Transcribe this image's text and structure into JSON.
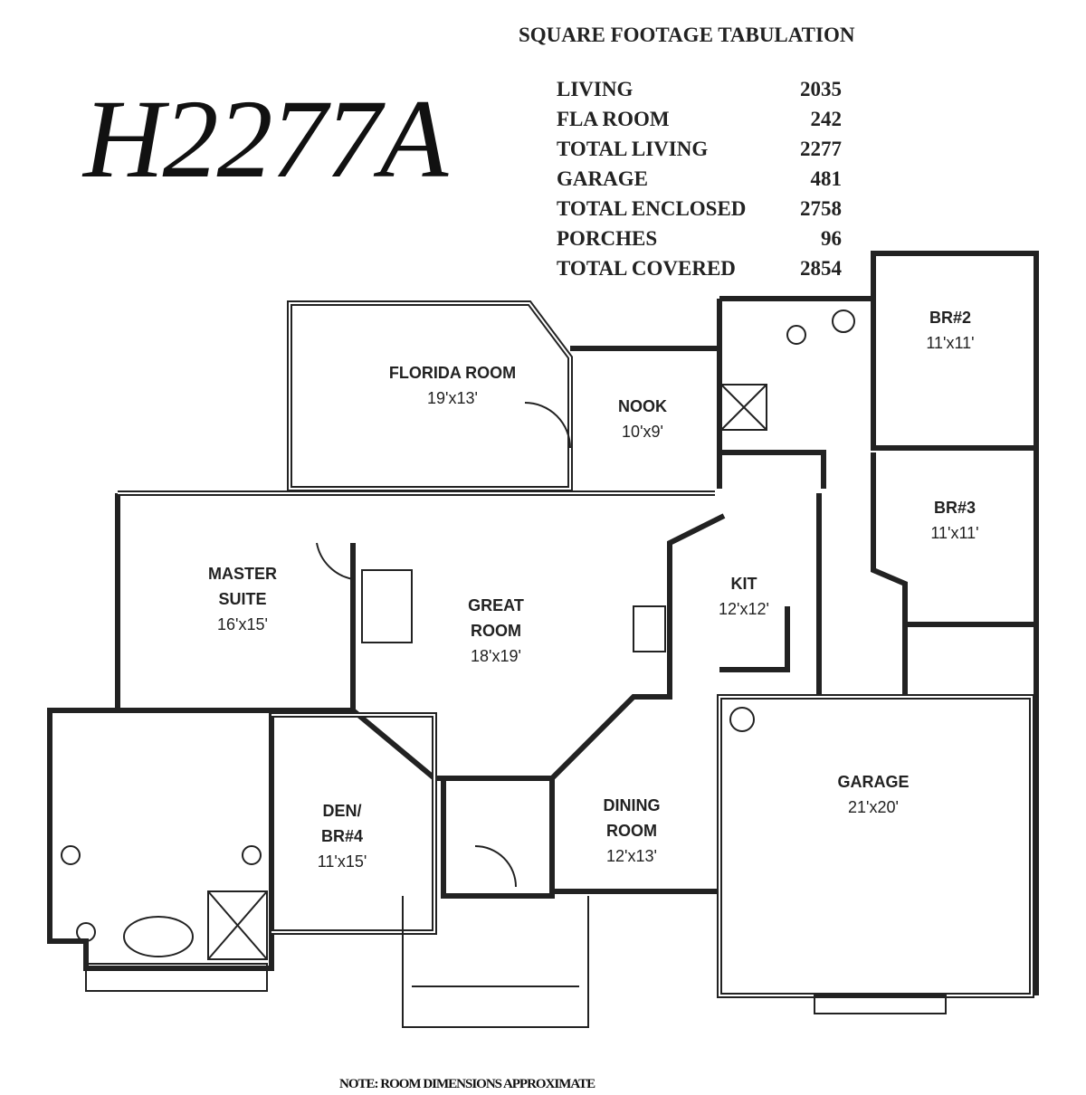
{
  "plan_id": "H2277A",
  "tabulation": {
    "title": "SQUARE FOOTAGE TABULATION",
    "rows": [
      {
        "label": "LIVING",
        "value": "2035"
      },
      {
        "label": "FLA ROOM",
        "value": "242"
      },
      {
        "label": "TOTAL LIVING",
        "value": "2277"
      },
      {
        "label": "GARAGE",
        "value": "481"
      },
      {
        "label": "TOTAL ENCLOSED",
        "value": "2758"
      },
      {
        "label": "PORCHES",
        "value": "96"
      },
      {
        "label": "TOTAL COVERED",
        "value": "2854"
      }
    ]
  },
  "rooms": {
    "florida": {
      "name": "FLORIDA ROOM",
      "dim": "19'x13'"
    },
    "nook": {
      "name": "NOOK",
      "dim": "10'x9'"
    },
    "br2": {
      "name": "BR#2",
      "dim": "11'x11'"
    },
    "br3": {
      "name": "BR#3",
      "dim": "11'x11'"
    },
    "master": {
      "name1": "MASTER",
      "name2": "SUITE",
      "dim": "16'x15'"
    },
    "great": {
      "name1": "GREAT",
      "name2": "ROOM",
      "dim": "18'x19'"
    },
    "kit": {
      "name": "KIT",
      "dim": "12'x12'"
    },
    "den": {
      "name1": "DEN/",
      "name2": "BR#4",
      "dim": "11'x15'"
    },
    "dining": {
      "name1": "DINING",
      "name2": "ROOM",
      "dim": "12'x13'"
    },
    "garage": {
      "name": "GARAGE",
      "dim": "21'x20'"
    }
  },
  "note": "NOTE: ROOM DIMENSIONS APPROXIMATE"
}
